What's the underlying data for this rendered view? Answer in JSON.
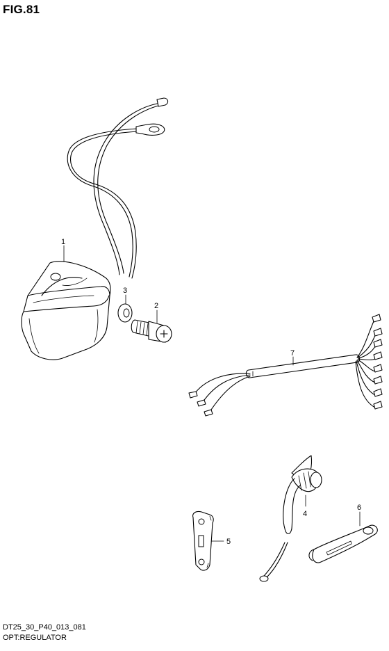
{
  "figure": {
    "title": "FIG.81",
    "code": "DT25_30_P40_013_081",
    "caption": "OPT:REGULATOR"
  },
  "callouts": [
    {
      "id": "regulator",
      "number": "1"
    },
    {
      "id": "bolt",
      "number": "2"
    },
    {
      "id": "washer",
      "number": "3"
    },
    {
      "id": "grommet",
      "number": "4"
    },
    {
      "id": "plate",
      "number": "5"
    },
    {
      "id": "clamp",
      "number": "6"
    },
    {
      "id": "wire-harness",
      "number": "7"
    }
  ]
}
